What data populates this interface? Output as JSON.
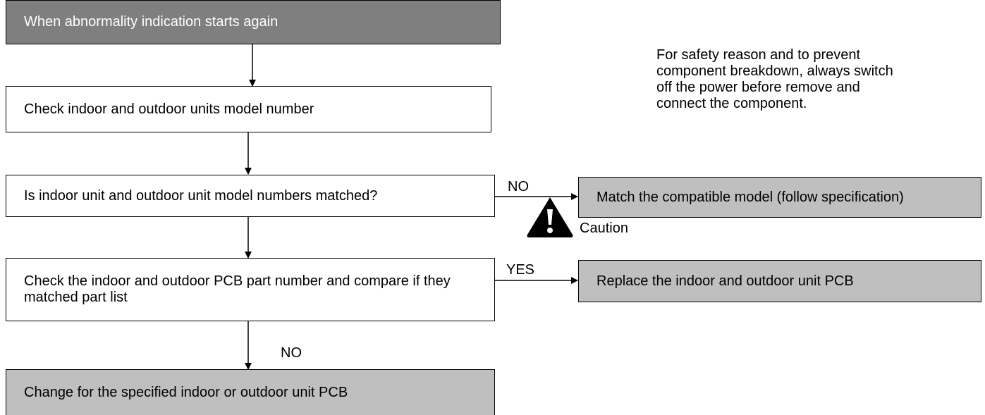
{
  "flow": {
    "start": "When abnormality indication starts again",
    "step_check_model": "Check indoor and outdoor units model number",
    "question_model_match": "Is indoor unit and outdoor unit model numbers matched?",
    "step_check_pcb": "Check the indoor and outdoor PCB part number and compare if they matched part list",
    "action_match_model": "Match the compatible model (follow specification)",
    "action_replace_pcb": "Replace the indoor and outdoor unit PCB",
    "action_change_pcb": "Change for the specified indoor or outdoor unit PCB"
  },
  "labels": {
    "no_model": "NO",
    "yes_pcb": "YES",
    "no_pcb": "NO"
  },
  "caution": {
    "icon": "warning-triangle-icon",
    "label": "Caution",
    "text_lines": [
      "For safety reason and to prevent",
      "component breakdown, always switch",
      "off the power before remove and",
      "connect the component."
    ]
  },
  "colors": {
    "start_fill": "#7f7f7f",
    "action_fill": "#bfbfbf",
    "line": "#000000"
  }
}
